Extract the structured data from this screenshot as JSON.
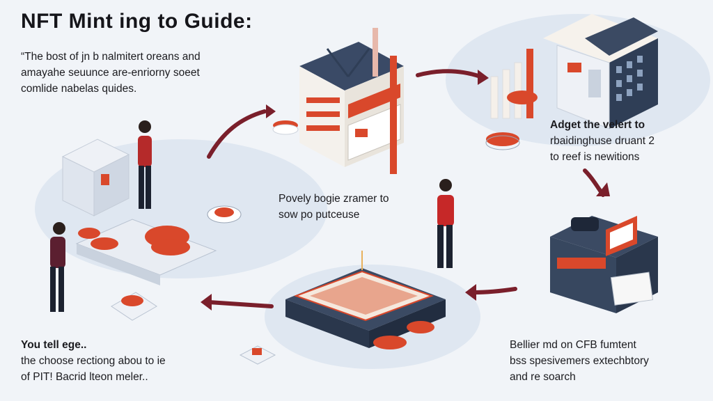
{
  "header": {
    "title": "NFT Mint ing to Guide:",
    "subtitle_lines": [
      "“The bost of jn b nalmitert oreans and",
      "amayahe seuunce are-enriorny soeet",
      "comlide nabelas quides."
    ]
  },
  "steps": [
    {
      "lines": [
        "Povely bogie zramer to",
        "sow po putceuse"
      ]
    },
    {
      "lines": [
        "Adget the velert to",
        "rbaidinghuse druant 2",
        "to reef is newitions"
      ]
    },
    {
      "lines": [
        "Bellier md on CFB fumtent",
        "bss spesivemers extechbtory",
        "and re soarch"
      ]
    },
    {
      "lines": [
        "You tell ege..",
        "the choose rectiong abou to ie",
        "of PIT! Bacrid lteon meler.."
      ]
    }
  ],
  "colors": {
    "accent_red": "#d9482b",
    "navy": "#2f3e56",
    "arrow_maroon": "#7a1f2b",
    "background": "#f1f4f8"
  }
}
